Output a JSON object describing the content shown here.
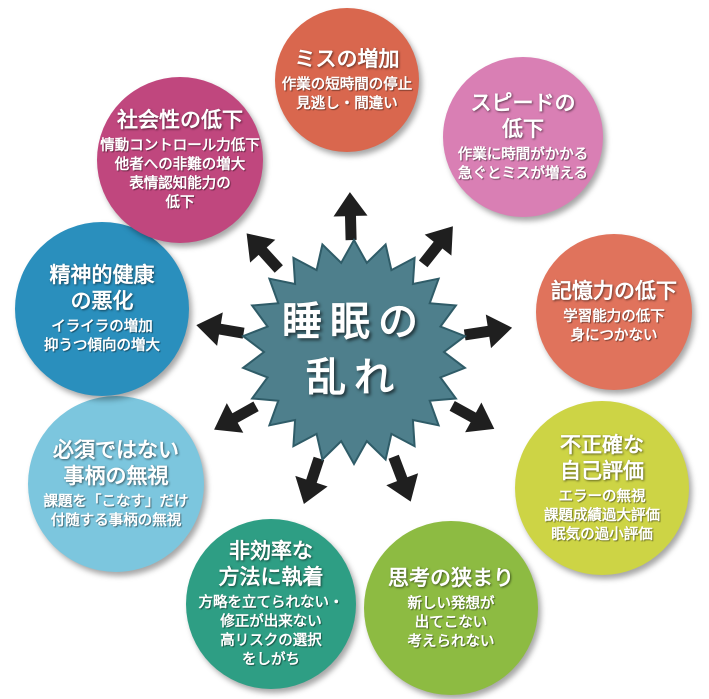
{
  "center": {
    "line1": "睡眠の",
    "line2": "乱れ",
    "color": "#4E7F8C"
  },
  "effects": [
    {
      "title": [
        "ミスの増加"
      ],
      "lines": [
        "作業の短時間の停止",
        "見逃し・間違い"
      ],
      "color": "#D9674E"
    },
    {
      "title": [
        "スピードの",
        "低下"
      ],
      "lines": [
        "作業に時間がかかる",
        "急ぐとミスが増える"
      ],
      "color": "#D97FB4"
    },
    {
      "title": [
        "記憶力の低下"
      ],
      "lines": [
        "学習能力の低下",
        "身につかない"
      ],
      "color": "#E0735C"
    },
    {
      "title": [
        "不正確な",
        "自己評価"
      ],
      "lines": [
        "エラーの無視",
        "課題成績過大評価",
        "眠気の過小評価"
      ],
      "color": "#CDD445"
    },
    {
      "title": [
        "思考の狭まり"
      ],
      "lines": [
        "新しい発想が",
        "出てこない",
        "考えられない"
      ],
      "color": "#8DBB42"
    },
    {
      "title": [
        "非効率な",
        "方法に執着"
      ],
      "lines": [
        "方略を立てられない・",
        "修正が出来ない",
        "高リスクの選択",
        "をしがち"
      ],
      "color": "#2E9E84"
    },
    {
      "title": [
        "必須ではない",
        "事柄の無視"
      ],
      "lines": [
        "課題を「こなす」だけ",
        "付随する事柄の無視"
      ],
      "color": "#7CC6DE"
    },
    {
      "title": [
        "精神的健康",
        "の悪化"
      ],
      "lines": [
        "イライラの増加",
        "抑うつ傾向の増大"
      ],
      "color": "#2A8FBD"
    },
    {
      "title": [
        "社会性の低下"
      ],
      "lines": [
        "情動コントロール力低下",
        "他者への非難の増大",
        "表情認知能力の",
        "低下"
      ],
      "color": "#C0477E"
    }
  ]
}
